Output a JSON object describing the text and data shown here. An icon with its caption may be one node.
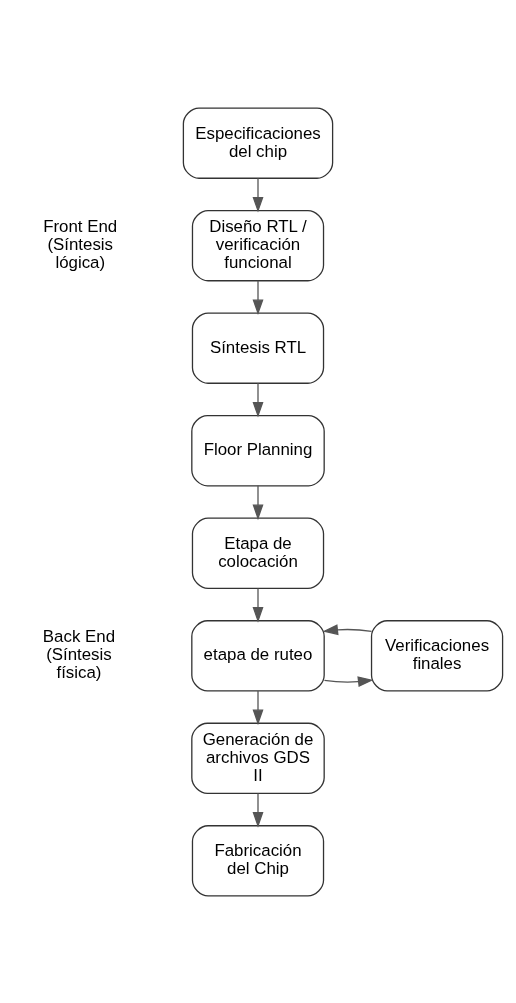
{
  "diagram": {
    "nodes": [
      {
        "text": [
          "Especificaciones del chip"
        ]
      },
      {
        "text": [
          "Diseño RTL / verificación funcional"
        ]
      },
      {
        "text": [
          "Síntesis RTL"
        ]
      },
      {
        "text": [
          "Floor Planning"
        ]
      },
      {
        "text": [
          "Etapa de colocación"
        ]
      },
      {
        "text": [
          "etapa de ruteo"
        ]
      },
      {
        "text": [
          "Verificaciones finales"
        ]
      },
      {
        "text": [
          "Generación de archivos GDS II"
        ]
      },
      {
        "text": [
          "Fabricación del Chip"
        ]
      }
    ],
    "edges": [
      {
        "from": 0,
        "to": 1,
        "arrow": "to"
      },
      {
        "from": 1,
        "to": 2,
        "arrow": "to"
      },
      {
        "from": 2,
        "to": 3,
        "arrow": "to"
      },
      {
        "from": 3,
        "to": 4,
        "arrow": "to"
      },
      {
        "from": 4,
        "to": 5,
        "arrow": "to"
      },
      {
        "from": 5,
        "to": 6,
        "arrow": "to"
      },
      {
        "from": 6,
        "to": 5,
        "arrow": "to"
      },
      {
        "from": 5,
        "to": 7,
        "arrow": "to"
      },
      {
        "from": 7,
        "to": 8,
        "arrow": "to"
      }
    ],
    "labels": [
      "Front End (Síntesis lógica)",
      "Back End (Síntesis física)"
    ]
  }
}
